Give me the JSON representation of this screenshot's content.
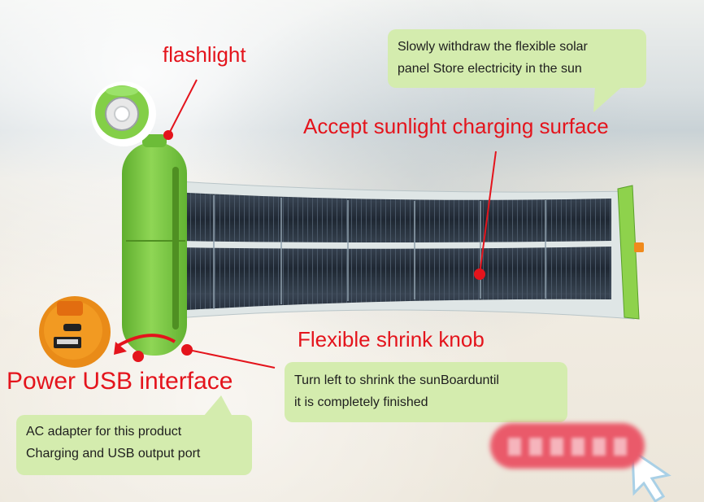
{
  "labels": {
    "flashlight": "flashlight",
    "surface": "Accept sunlight charging surface",
    "knob": "Flexible shrink knob",
    "usb": "Power USB interface"
  },
  "bubbles": {
    "top": [
      "Slowly withdraw the flexible solar",
      "panel Store electricity in the sun"
    ],
    "knob": [
      "Turn left to shrink the sunBoarduntil",
      "it is completely finished"
    ],
    "usb": [
      "AC adapter for this product",
      "Charging and USB output port"
    ]
  },
  "colors": {
    "accent_red": "#e4141c",
    "bubble_green": "#d4ecae",
    "device_green": "#7cc94a",
    "panel_dark": "#2a3440"
  }
}
